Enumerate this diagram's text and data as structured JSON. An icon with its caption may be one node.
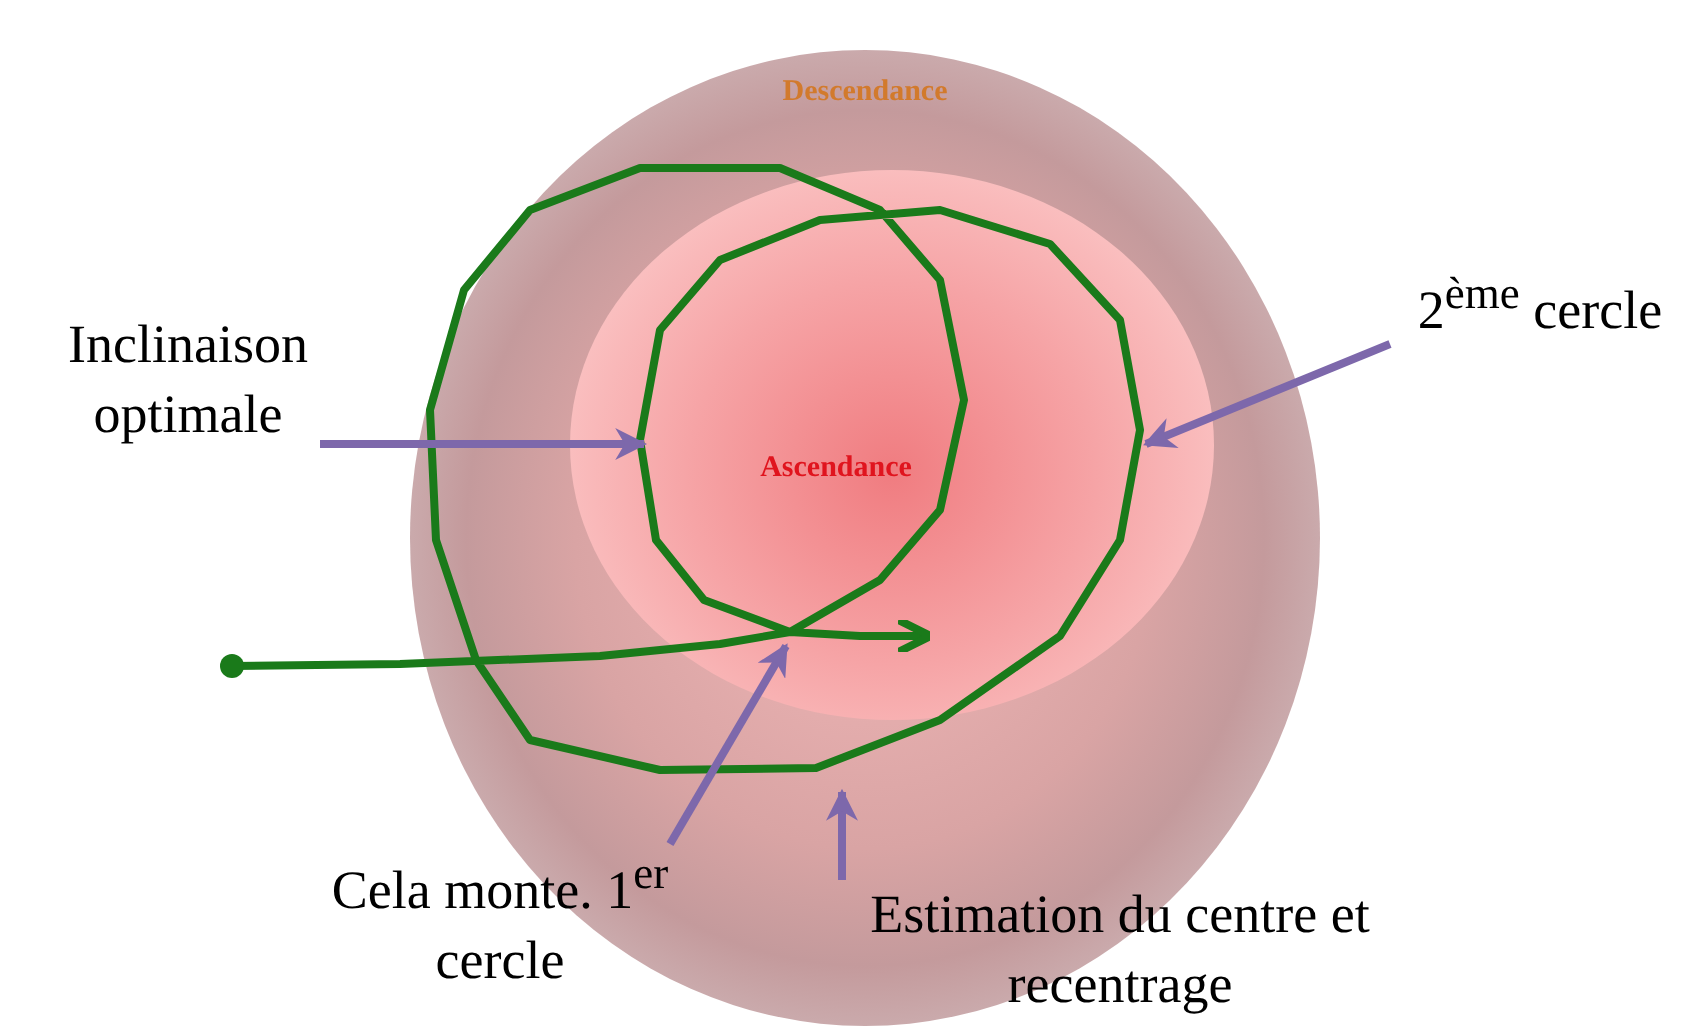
{
  "diagram": {
    "nodes": [
      {
        "text": [
          "Descendance"
        ]
      },
      {
        "text": [
          "Ascendance"
        ],
        "in": 0
      },
      {
        "text": [
          "Inclinaison optimale"
        ]
      },
      {
        "text": [
          "2$^{ème}$ cercle"
        ]
      },
      {
        "text": [
          "Cela monte. 1$^{er}$ cercle"
        ]
      },
      {
        "text": [
          "Estimation du centre et recentrage"
        ]
      },
      {
        "text": [],
        "shape": "path"
      }
    ],
    "edges": [
      {
        "from": 2,
        "to": 6,
        "arrow": "to"
      },
      {
        "from": 3,
        "to": 6,
        "arrow": "to"
      },
      {
        "from": 4,
        "to": 6,
        "arrow": "to"
      },
      {
        "from": 5,
        "to": 6,
        "arrow": "to"
      }
    ]
  }
}
